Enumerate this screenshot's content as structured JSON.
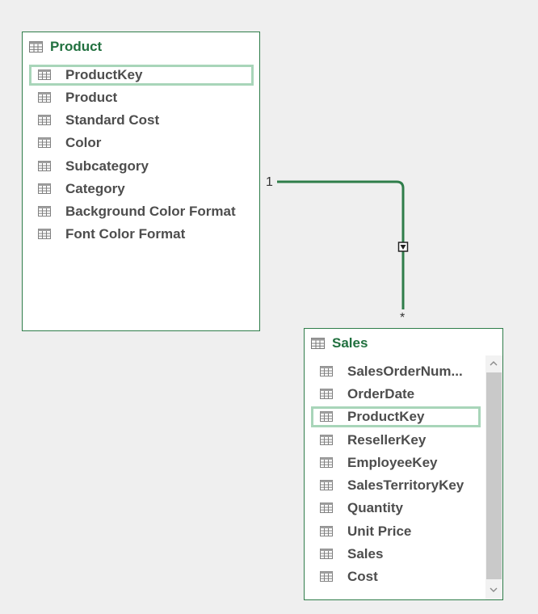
{
  "tables": {
    "product": {
      "title": "Product",
      "fields": [
        "ProductKey",
        "Product",
        "Standard Cost",
        "Color",
        "Subcategory",
        "Category",
        "Background Color Format",
        "Font Color Format"
      ]
    },
    "sales": {
      "title": "Sales",
      "fields": [
        "SalesOrderNum...",
        "OrderDate",
        "ProductKey",
        "ResellerKey",
        "EmployeeKey",
        "SalesTerritoryKey",
        "Quantity",
        "Unit Price",
        "Sales",
        "Cost"
      ]
    }
  },
  "relationship": {
    "from_table": "Product",
    "from_field": "ProductKey",
    "to_table": "Sales",
    "to_field": "ProductKey",
    "one_label": "1",
    "many_label": "*"
  },
  "colors": {
    "accent": "#21703f",
    "border": "#2f7d4a",
    "highlight": "#a8d5b9",
    "field_text": "#4d4d4d",
    "background": "#efefef"
  },
  "icons": {
    "table": "table-icon",
    "field": "field-table-icon"
  }
}
